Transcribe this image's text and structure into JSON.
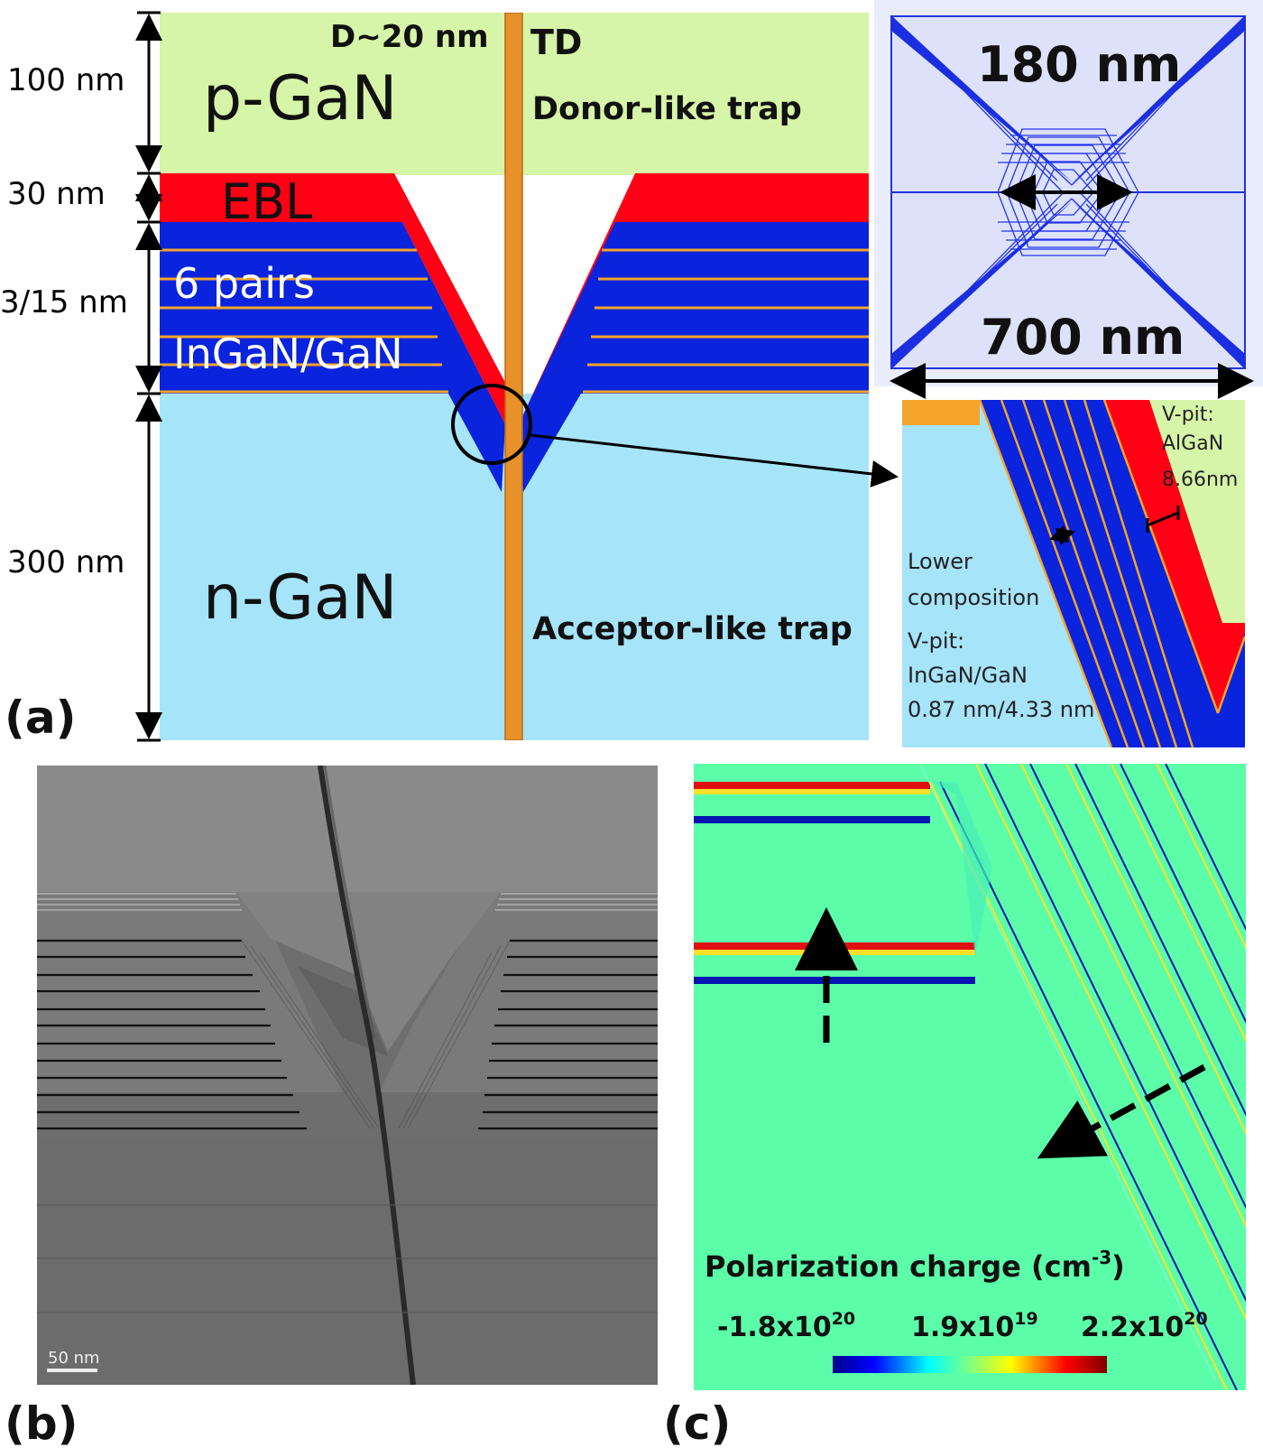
{
  "panel_a": {
    "thickness_labels": [
      "100 nm",
      "30 nm",
      "3/15 nm",
      "300 nm"
    ],
    "layers": {
      "p_gan": "p-GaN",
      "ebl": "EBL",
      "mqw_line1": "6 pairs",
      "mqw_line2": "InGaN/GaN",
      "n_gan": "n-GaN"
    },
    "td_diameter": "D~20 nm",
    "td_label": "TD",
    "donor_trap": "Donor-like trap",
    "acceptor_trap": "Acceptor-like trap",
    "tag": "(a)"
  },
  "inset_top": {
    "inner_width": "180 nm",
    "outer_width": "700 nm"
  },
  "inset_zoom": {
    "vpit_algan_l1": "V-pit:",
    "vpit_algan_l2": "AlGaN",
    "vpit_algan_l3": "8.66nm",
    "lower_l1": "Lower",
    "lower_l2": "composition",
    "vpit_ingan_l1": "V-pit:",
    "vpit_ingan_l2": "InGaN/GaN",
    "vpit_ingan_l3": "0.87 nm/4.33 nm"
  },
  "panel_b": {
    "scale_bar": "50 nm",
    "tag": "(b)"
  },
  "panel_c": {
    "colorbar_title": "Polarization charge (cm",
    "colorbar_title_sup": "-3",
    "colorbar_title_end": ")",
    "tick_min": "-1.8x10",
    "tick_min_exp": "20",
    "tick_mid": "1.9x10",
    "tick_mid_exp": "19",
    "tick_max": "2.2x10",
    "tick_max_exp": "20",
    "tag": "(c)"
  },
  "colors": {
    "p_gan": "#d6f5a8",
    "n_gan": "#a6e4fa",
    "ebl": "#ff0015",
    "qw": "#0a23dc",
    "qb_line": "#f5a52a",
    "td": "#e8902a",
    "inset_bg": "#dde2fa",
    "panel_c_bg": "#5cfda8"
  }
}
